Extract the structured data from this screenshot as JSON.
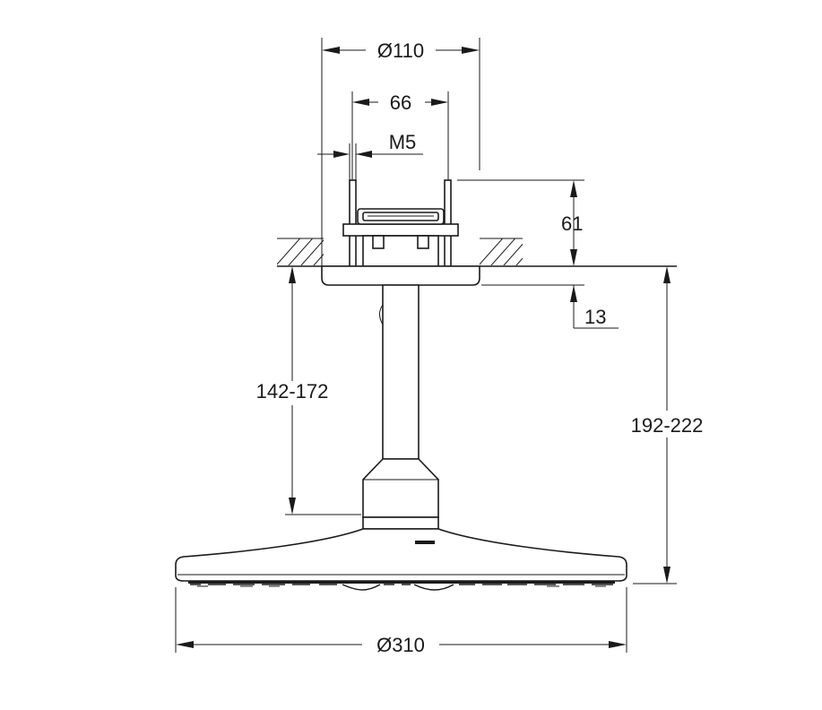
{
  "dimensions": {
    "top_diameter": "Ø110",
    "bolt_spacing": "66",
    "thread": "M5",
    "mount_height": "61",
    "flange_thickness": "13",
    "arm_length": "142-172",
    "total_drop": "192-222",
    "head_diameter": "Ø310"
  }
}
